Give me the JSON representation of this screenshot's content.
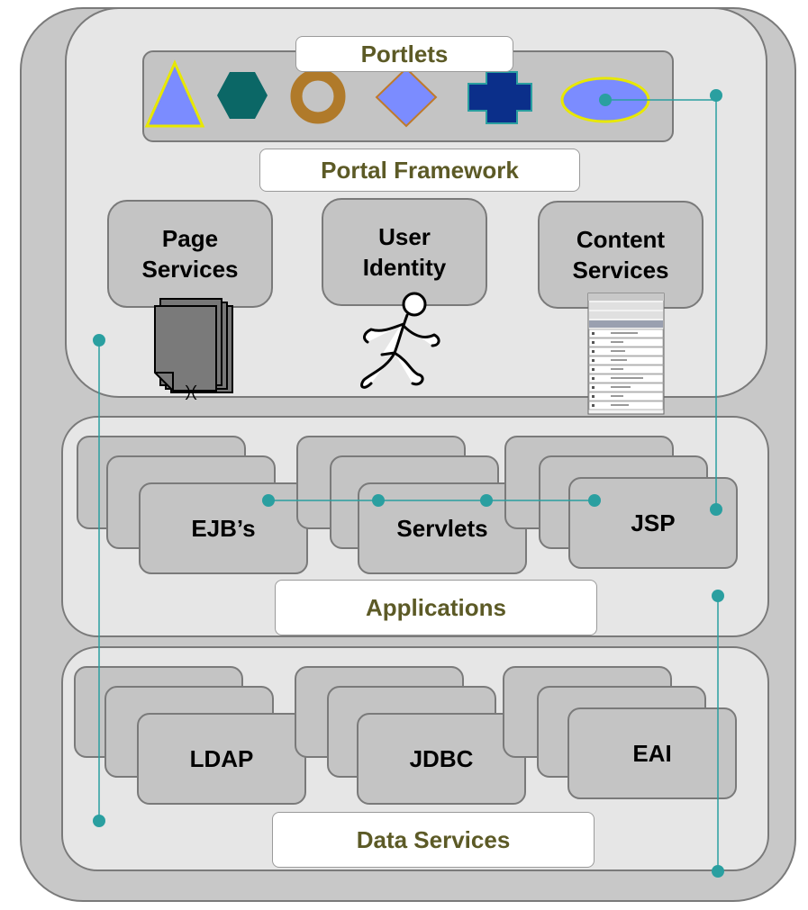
{
  "portlets": {
    "label": "Portlets"
  },
  "framework": {
    "label": "Portal Framework"
  },
  "services": [
    {
      "line1": "Page",
      "line2": "Services"
    },
    {
      "line1": "User",
      "line2": "Identity"
    },
    {
      "line1": "Content",
      "line2": "Services"
    }
  ],
  "applications": {
    "label": "Applications",
    "items": [
      "EJB’s",
      "Servlets",
      "JSP"
    ]
  },
  "data_services": {
    "label": "Data Services",
    "items": [
      "LDAP",
      "JDBC",
      "EAI"
    ]
  },
  "colors": {
    "label_text": "#5c5a26",
    "connector": "#2a9fa0",
    "triangle": "#7b8cff",
    "hexagon": "#0b6766",
    "ring": "#b07a2a",
    "diamond": "#7b8cff",
    "cross": "#0b2f8a",
    "ellipse": "#7b8cff"
  },
  "icons": [
    "triangle-icon",
    "hexagon-icon",
    "ring-icon",
    "diamond-icon",
    "cross-icon",
    "ellipse-icon",
    "documents-icon",
    "stick-figure-icon",
    "layers-panel-icon"
  ]
}
